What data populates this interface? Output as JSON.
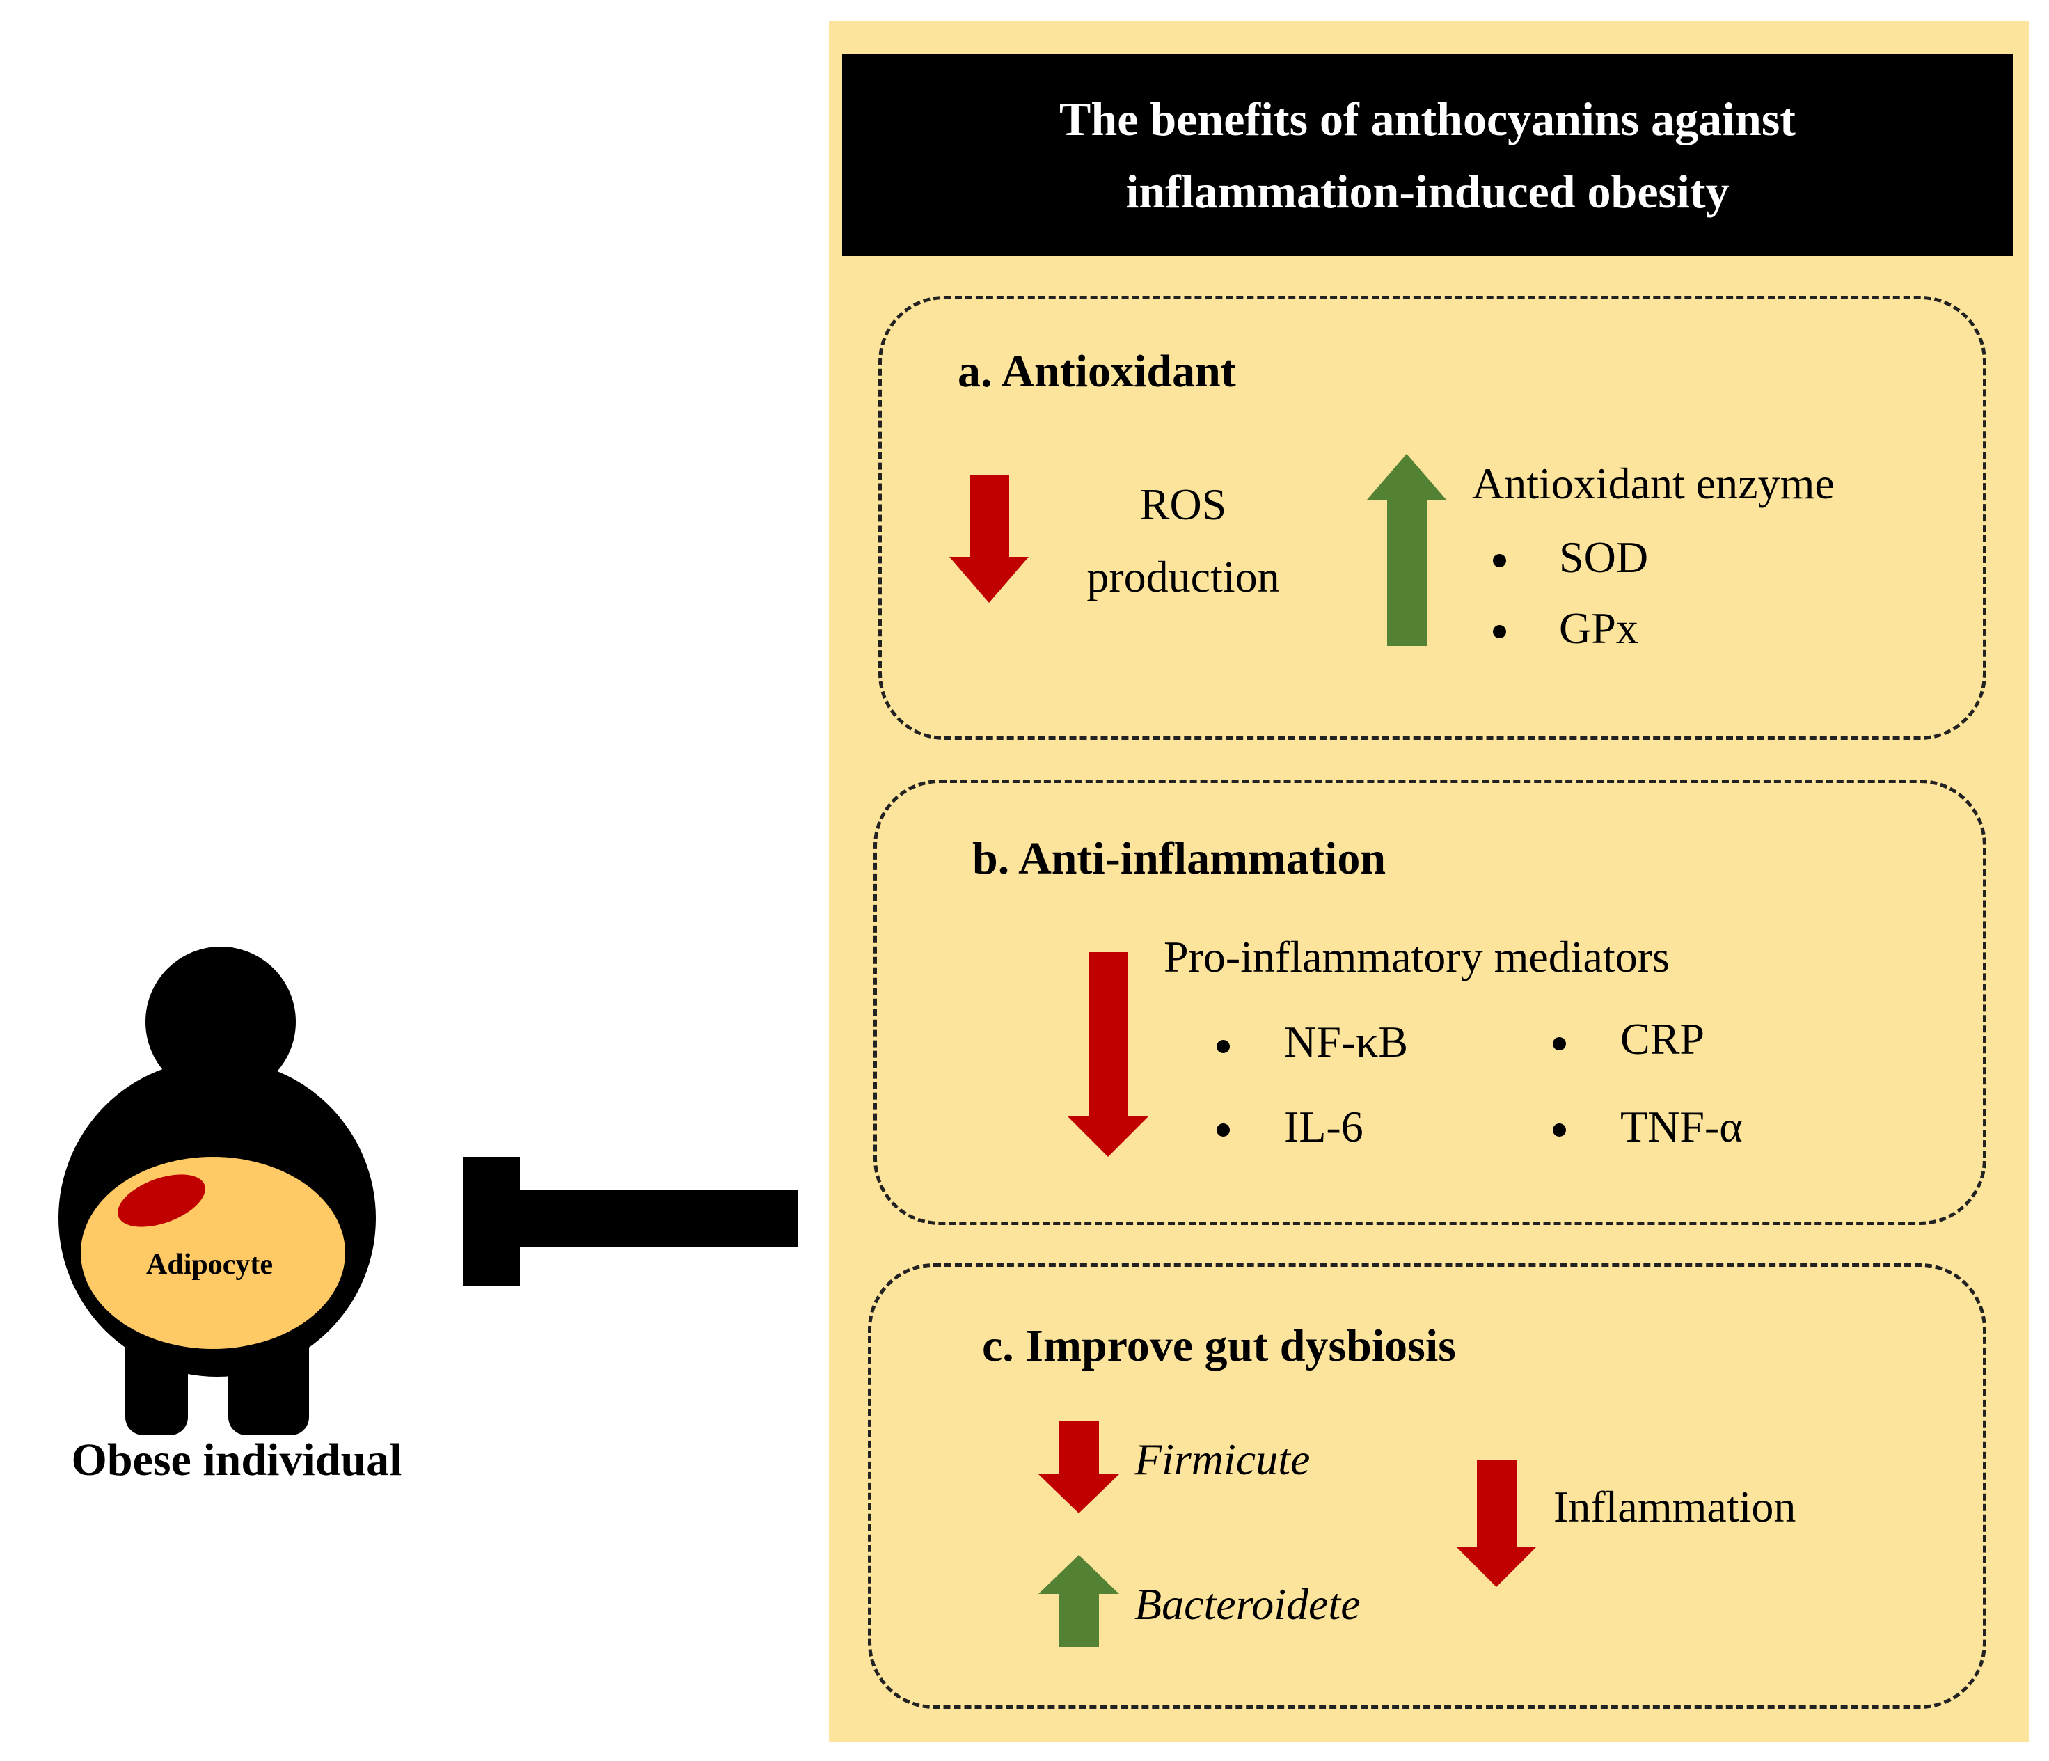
{
  "figure": {
    "label": "Obese individual",
    "adipocyte_label": "Adipocyte"
  },
  "panel": {
    "title_line1": "The benefits of anthocyanins against",
    "title_line2": "inflammation-induced obesity"
  },
  "sections": {
    "a": {
      "heading": "a.   Antioxidant",
      "down_label_line1": "ROS",
      "down_label_line2": "production",
      "up_label": "Antioxidant enzyme",
      "bullets": [
        "SOD",
        "GPx"
      ]
    },
    "b": {
      "heading": "b.   Anti-inflammation",
      "down_label": "Pro-inflammatory mediators",
      "bullets_left": [
        "NF-κB",
        "IL-6"
      ],
      "bullets_right": [
        "CRP",
        "TNF-α"
      ]
    },
    "c": {
      "heading": "c. Improve gut dysbiosis",
      "down_item": "Firmicute",
      "up_item": "Bacteroidete",
      "result": "Inflammation"
    }
  },
  "colors": {
    "down_arrow": "#c00000",
    "up_arrow": "#548235",
    "panel_bg": "#fde49c",
    "adipocyte_fill": "#ffc965"
  }
}
